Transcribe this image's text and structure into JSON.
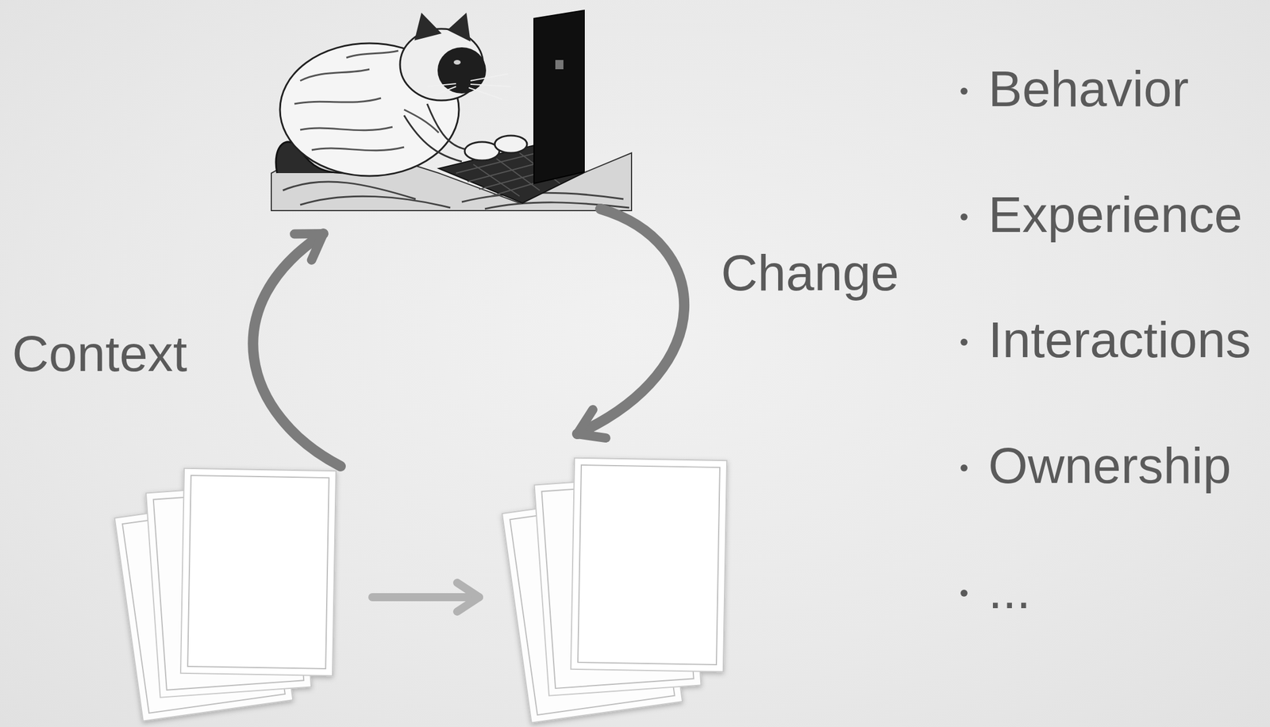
{
  "diagram": {
    "labels": [
      "Context",
      "Change",
      "Behavior",
      "Experience",
      "Interactions",
      "Ownership",
      "..."
    ]
  }
}
